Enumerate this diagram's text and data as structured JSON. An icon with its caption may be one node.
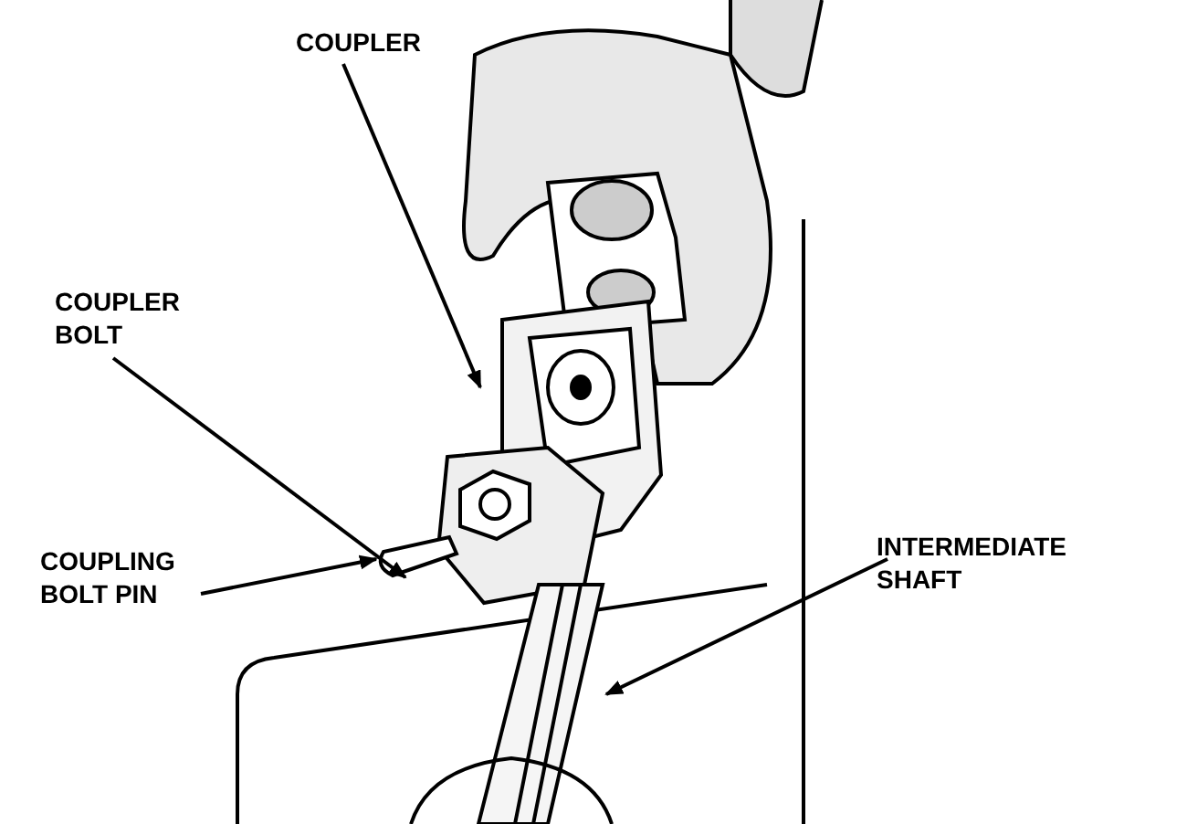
{
  "diagram": {
    "nodes": [
      {
        "text": [
          "COUPLER"
        ]
      },
      {
        "text": [
          "COUPLER BOLT"
        ]
      },
      {
        "text": [
          "COUPLING BOLT PIN"
        ]
      },
      {
        "text": [
          "INTERMEDIATE SHAFT"
        ]
      }
    ],
    "edges": [
      {
        "from": 0,
        "to": null,
        "arrow": "to"
      },
      {
        "from": 1,
        "to": null,
        "arrow": "to"
      },
      {
        "from": 2,
        "to": null,
        "arrow": "to"
      },
      {
        "from": 3,
        "to": null,
        "arrow": "to"
      }
    ]
  }
}
